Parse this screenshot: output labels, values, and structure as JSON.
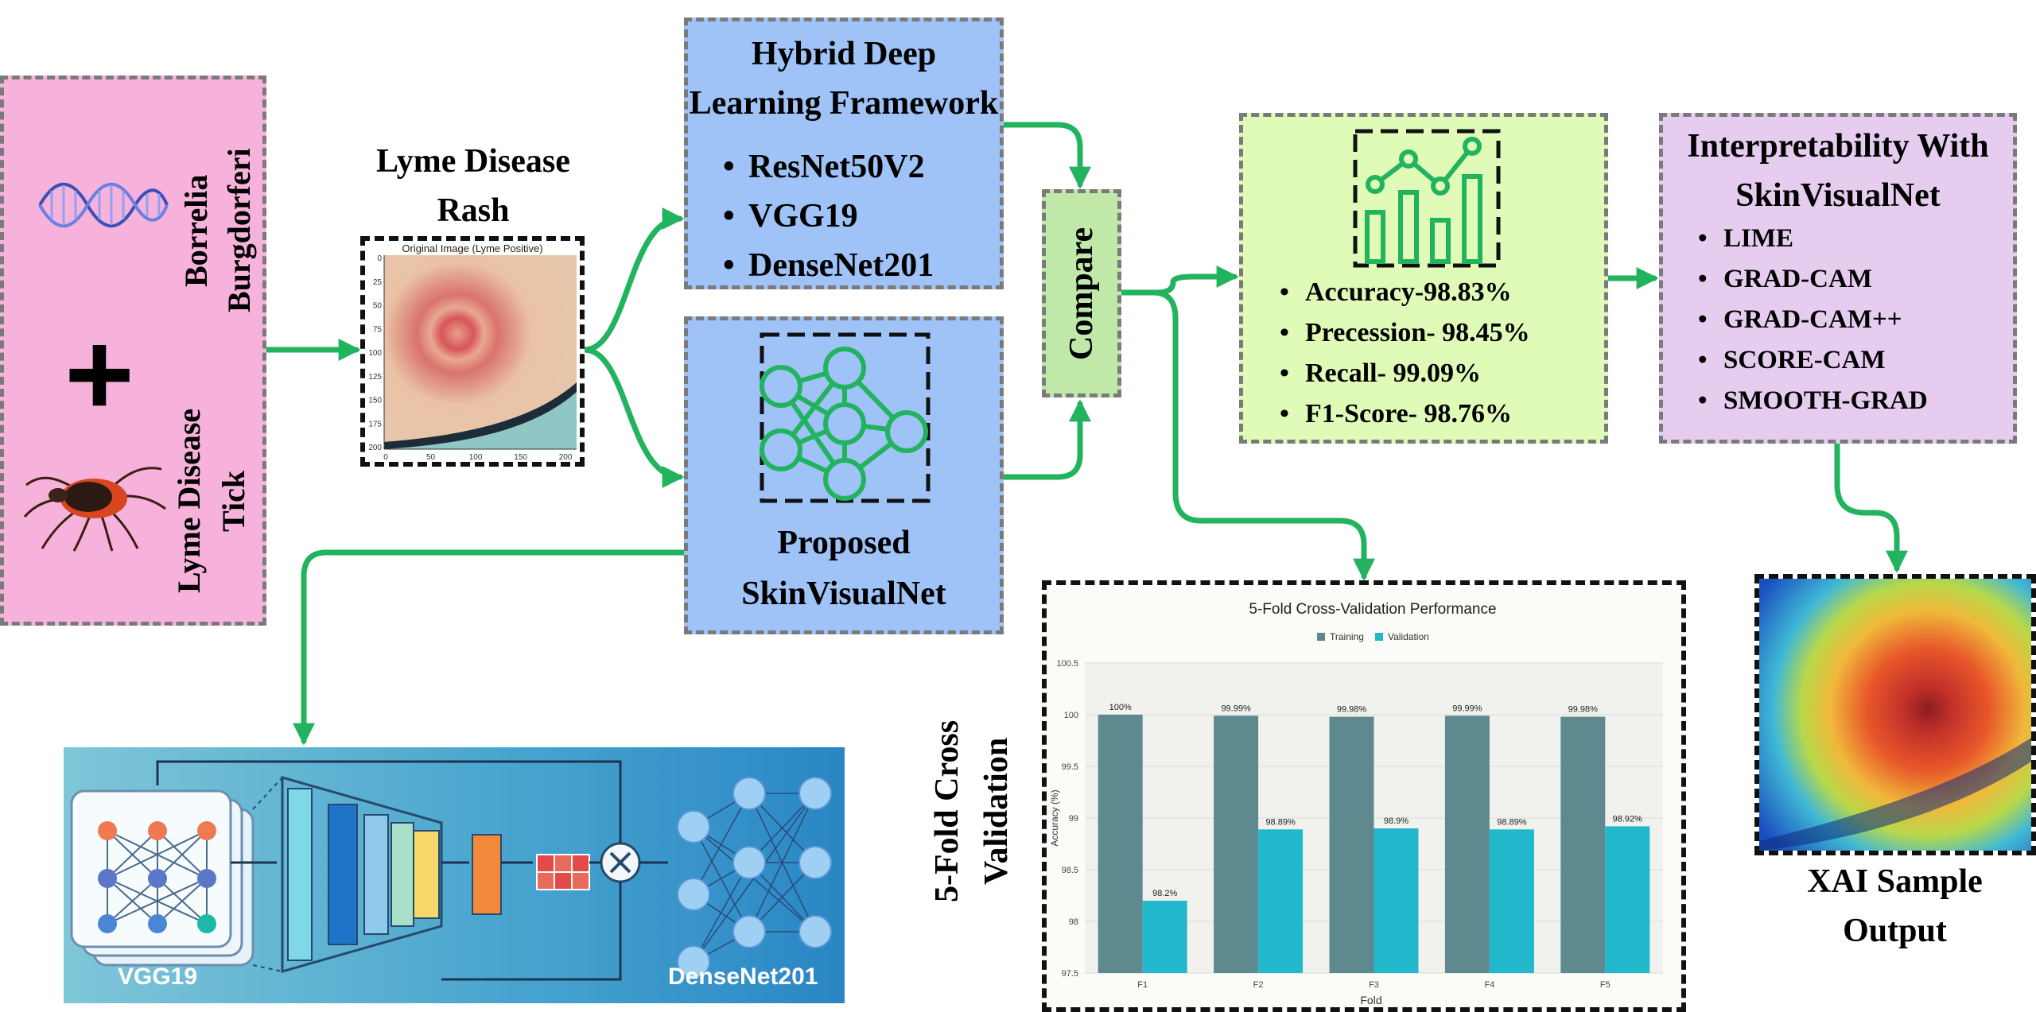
{
  "pathogen_panel": {
    "bacteria_label_line1": "Borrelia",
    "bacteria_label_line2": "Burgdorferi",
    "plus": "+",
    "tick_label_line1": "Lyme Disease",
    "tick_label_line2": "Tick"
  },
  "rash": {
    "title_line1": "Lyme Disease",
    "title_line2": "Rash",
    "plot_title": "Original Image (Lyme Positive)",
    "y_ticks": [
      "0",
      "25",
      "50",
      "75",
      "100",
      "125",
      "150",
      "175",
      "200"
    ],
    "x_ticks": [
      "0",
      "50",
      "100",
      "150",
      "200"
    ]
  },
  "hybrid": {
    "title_line1": "Hybrid Deep",
    "title_line2": "Learning Framework",
    "models": [
      "ResNet50V2",
      "VGG19",
      "DenseNet201"
    ]
  },
  "proposed": {
    "title_line1": "Proposed",
    "title_line2": "SkinVisualNet"
  },
  "compare": {
    "label": "Compare"
  },
  "metrics": {
    "items": [
      "Accuracy-98.83%",
      "Precession- 98.45%",
      "Recall- 99.09%",
      "F1-Score- 98.76%"
    ]
  },
  "interpretability": {
    "title_line1": "Interpretability With",
    "title_line2": "SkinVisualNet",
    "methods": [
      "LIME",
      "GRAD-CAM",
      "GRAD-CAM++",
      "SCORE-CAM",
      "SMOOTH-GRAD"
    ]
  },
  "xai": {
    "label_line1": "XAI Sample",
    "label_line2": "Output"
  },
  "architecture": {
    "left_label": "VGG19",
    "right_label": "DenseNet201"
  },
  "cv_side_label": {
    "line1": "5-Fold Cross",
    "line2": "Validation"
  },
  "colors": {
    "green_arrow": "#22b35e",
    "pink": "#f7b2dc",
    "blue_box": "#9fc2f7",
    "compare_green": "#bfe8a9",
    "metrics_green": "#e0fbb7",
    "purple": "#e6cdf0",
    "training": "#5e8a8f",
    "validation": "#22b8cc"
  },
  "chart_data": {
    "type": "bar",
    "title": "5-Fold Cross-Validation Performance",
    "xlabel": "Fold",
    "ylabel": "Accuracy (%)",
    "categories": [
      "F1",
      "F2",
      "F3",
      "F4",
      "F5"
    ],
    "series": [
      {
        "name": "Training",
        "values": [
          100,
          99.99,
          99.98,
          99.99,
          99.98
        ],
        "labels": [
          "100%",
          "99.99%",
          "99.98%",
          "99.99%",
          "99.98%"
        ]
      },
      {
        "name": "Validation",
        "values": [
          98.2,
          98.89,
          98.9,
          98.89,
          98.92
        ],
        "labels": [
          "98.2%",
          "98.89%",
          "98.9%",
          "98.89%",
          "98.92%"
        ]
      }
    ],
    "ylim": [
      97.5,
      100.5
    ],
    "yticks": [
      "97.5",
      "98",
      "98.5",
      "99",
      "99.5",
      "100",
      "100.5"
    ],
    "grid": true,
    "legend": "top-center"
  }
}
